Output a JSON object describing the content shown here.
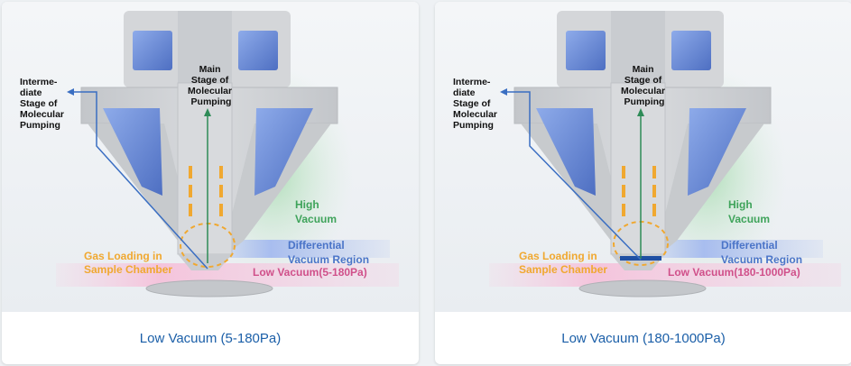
{
  "cards": [
    {
      "caption": "Low Vacuum (5-180Pa)",
      "labels": {
        "intermediate": [
          "Interme-",
          "diate",
          "Stage of",
          "Molecular",
          "Pumping"
        ],
        "main": [
          "Main",
          "Stage of",
          "Molecular",
          "Pumping"
        ],
        "high_vacuum": [
          "High",
          "Vacuum"
        ],
        "gas_loading": [
          "Gas Loading in",
          "Sample Chamber"
        ],
        "differential": [
          "Differential",
          "Vacuum Region"
        ],
        "low_vacuum": "Low Vacuum(5-180Pa)"
      }
    },
    {
      "caption": "Low Vacuum (180-1000Pa)",
      "labels": {
        "intermediate": [
          "Interme-",
          "diate",
          "Stage of",
          "Molecular",
          "Pumping"
        ],
        "main": [
          "Main",
          "Stage of",
          "Molecular",
          "Pumping"
        ],
        "high_vacuum": [
          "High",
          "Vacuum"
        ],
        "gas_loading": [
          "Gas Loading in",
          "Sample Chamber"
        ],
        "differential": [
          "Differential",
          "Vacuum Region"
        ],
        "low_vacuum": "Low Vacuum(180-1000Pa)"
      }
    }
  ],
  "colors": {
    "caption": "#1b5fa8",
    "orange": "#f0a830",
    "green_arrow": "#2e8b57",
    "blue_line": "#3a6ec2",
    "high_vacuum_text": "#3ea35a",
    "differential_text": "#4a74c8",
    "low_vacuum_text": "#d0508a",
    "pink_region": "#f4c4dc",
    "green_region": "#bfe5c6",
    "body_gray": "#cfd2d6",
    "lens_blue": "#6f8fd8"
  }
}
